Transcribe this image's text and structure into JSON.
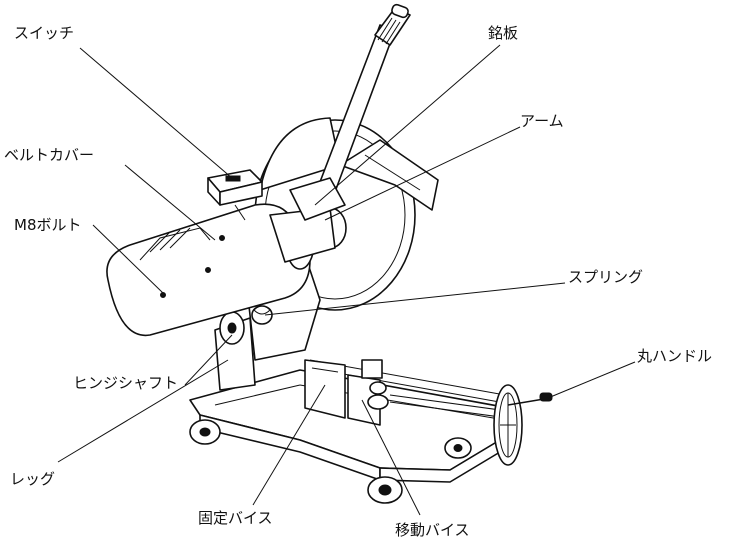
{
  "labels": {
    "switch": "スイッチ",
    "nameplate": "銘板",
    "arm": "アーム",
    "belt_cover": "ベルトカバー",
    "m8_bolt": "M8ボルト",
    "spring": "スプリング",
    "round_handle": "丸ハンドル",
    "hinge_shaft": "ヒンジシャフト",
    "leg": "レッグ",
    "fixed_vise": "固定バイス",
    "moving_vise": "移動バイス"
  }
}
